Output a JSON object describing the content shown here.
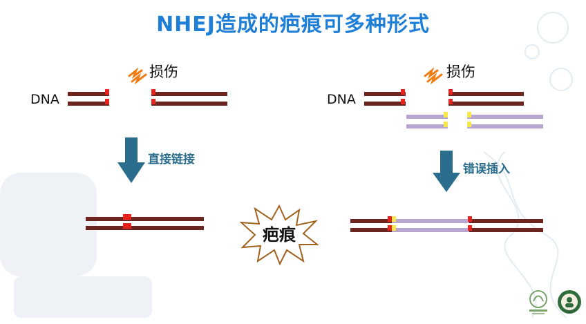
{
  "title": "NHEJ造成的疤痕可多种形式",
  "left": {
    "damage_label": "损伤",
    "dna_label": "DNA",
    "step_label": "直接链接"
  },
  "right": {
    "damage_label": "损伤",
    "dna_label": "DNA",
    "step_label": "错误插入"
  },
  "scar_label": "疤痕",
  "colors": {
    "title": "#1f7fd6",
    "dna_strand": "#6b2420",
    "insert_strand": "#b7a6cf",
    "break_end": "#e8231d",
    "insert_end": "#f5e84a",
    "arrow": "#2a6d8c",
    "damage_icon": "#f07c14",
    "scar_burst": "#a0621e"
  }
}
